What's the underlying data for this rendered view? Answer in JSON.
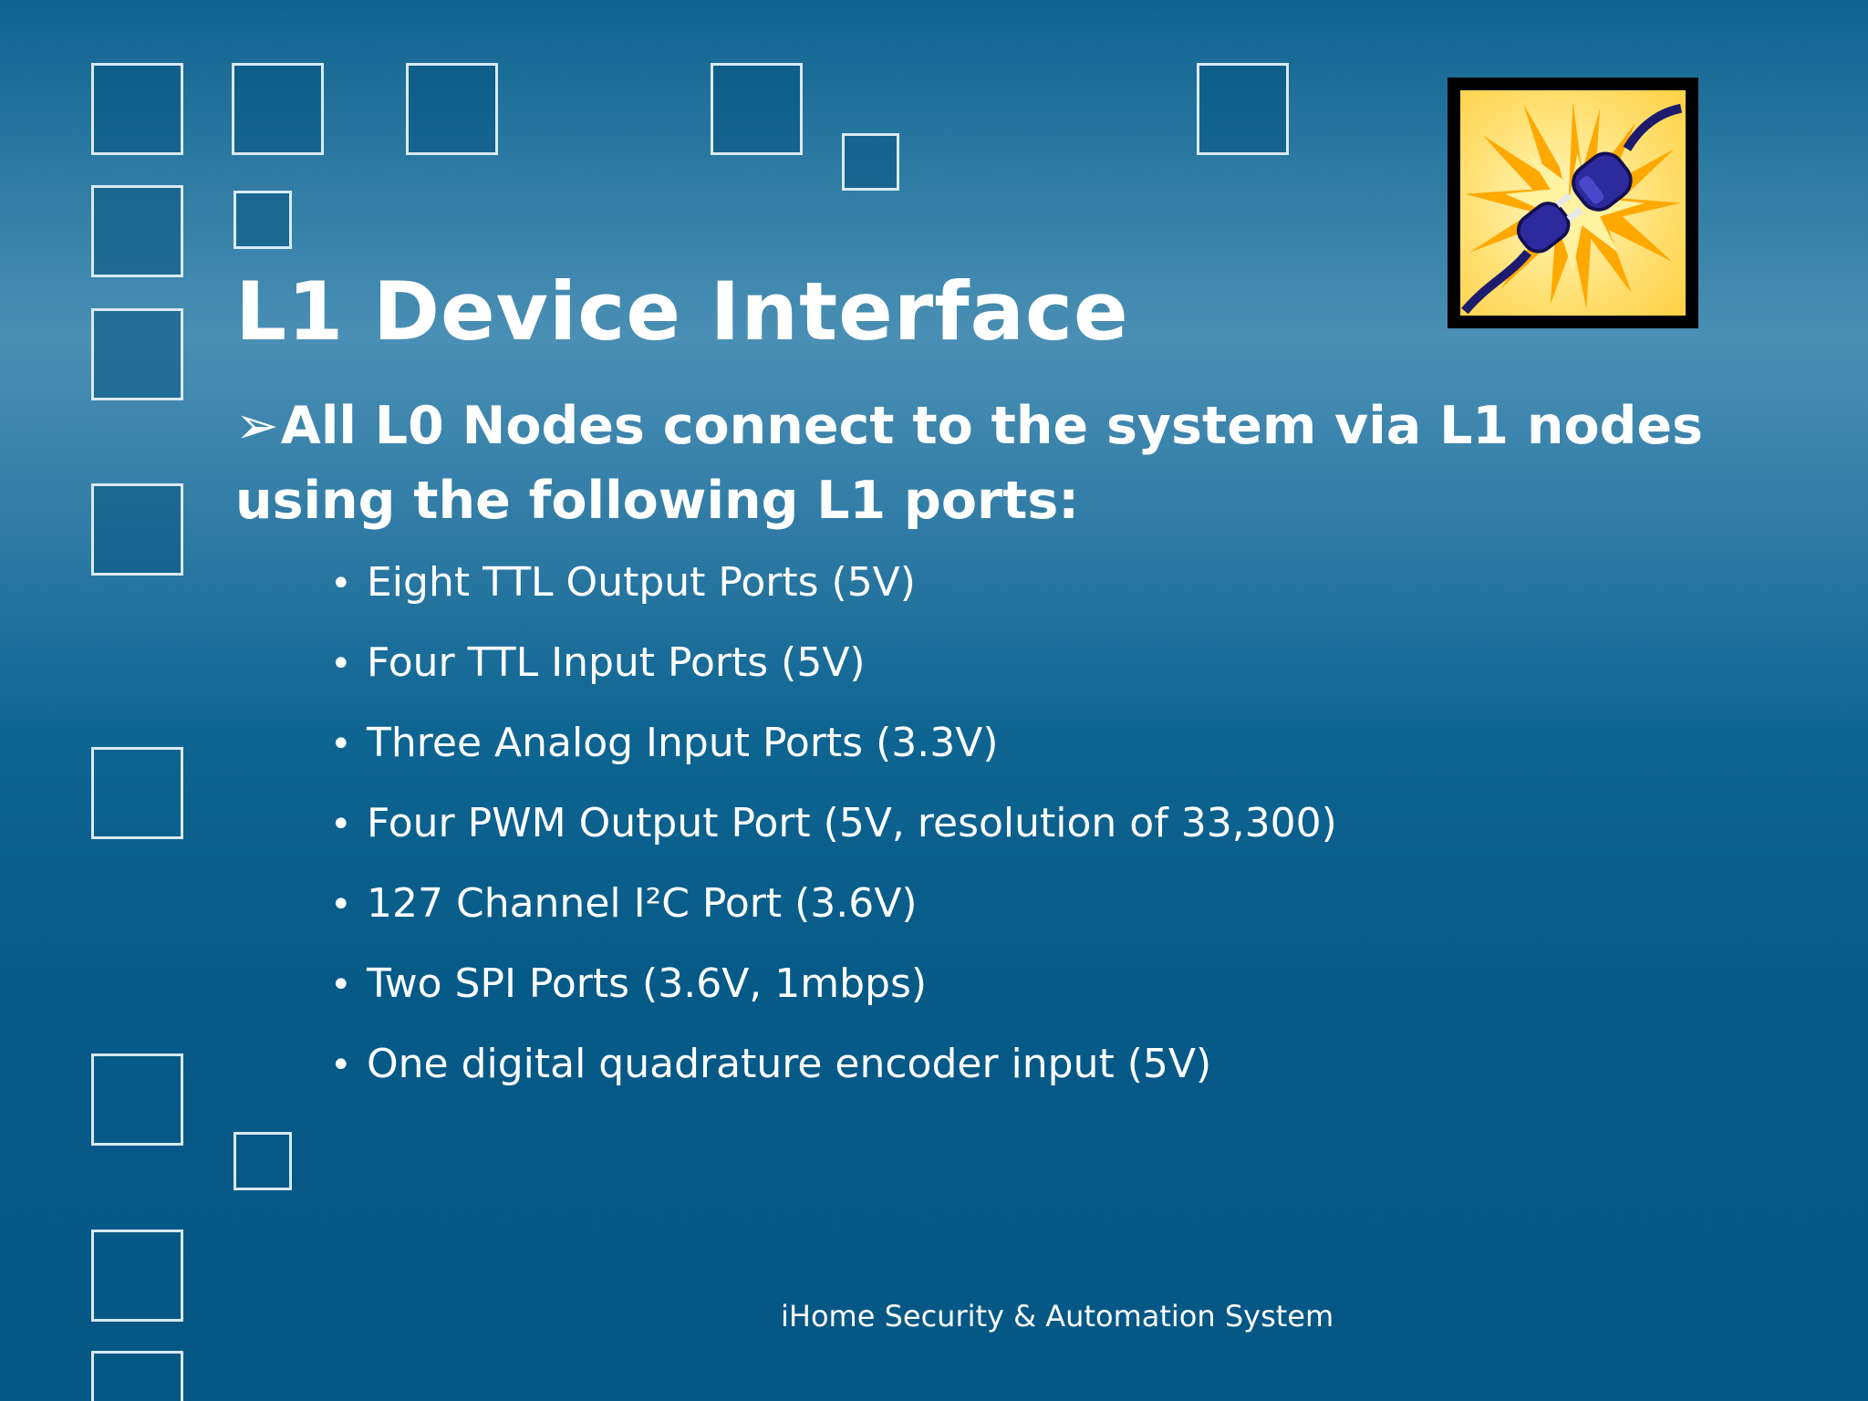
{
  "slide": {
    "title": "L1 Device Interface",
    "lead_marker": "➢",
    "lead_text": "All L0 Nodes connect to the system via L1 nodes using the following L1 ports:",
    "bullet_marker": "•",
    "bullets": [
      "Eight TTL Output Ports (5V)",
      "Four TTL Input Ports (5V)",
      "Three Analog Input Ports (3.3V)",
      "Four PWM Output Port (5V, resolution of 33,300)",
      "127 Channel I²C Port (3.6V)",
      "Two SPI Ports (3.6V, 1mbps)",
      "One digital quadrature encoder input (5V)"
    ],
    "footer": "iHome Security & Automation System"
  },
  "clipart": {
    "icon": "power-plug-connection-icon",
    "colors": {
      "frame": "#000000",
      "burst": "#ffb000",
      "burst_light": "#fff3a0",
      "plug": "#2a2a9a"
    }
  },
  "theme": {
    "background_top": "#0f6290",
    "background_band": "#4a8fb4",
    "background_bottom": "#055784",
    "text": "#ffffff"
  }
}
